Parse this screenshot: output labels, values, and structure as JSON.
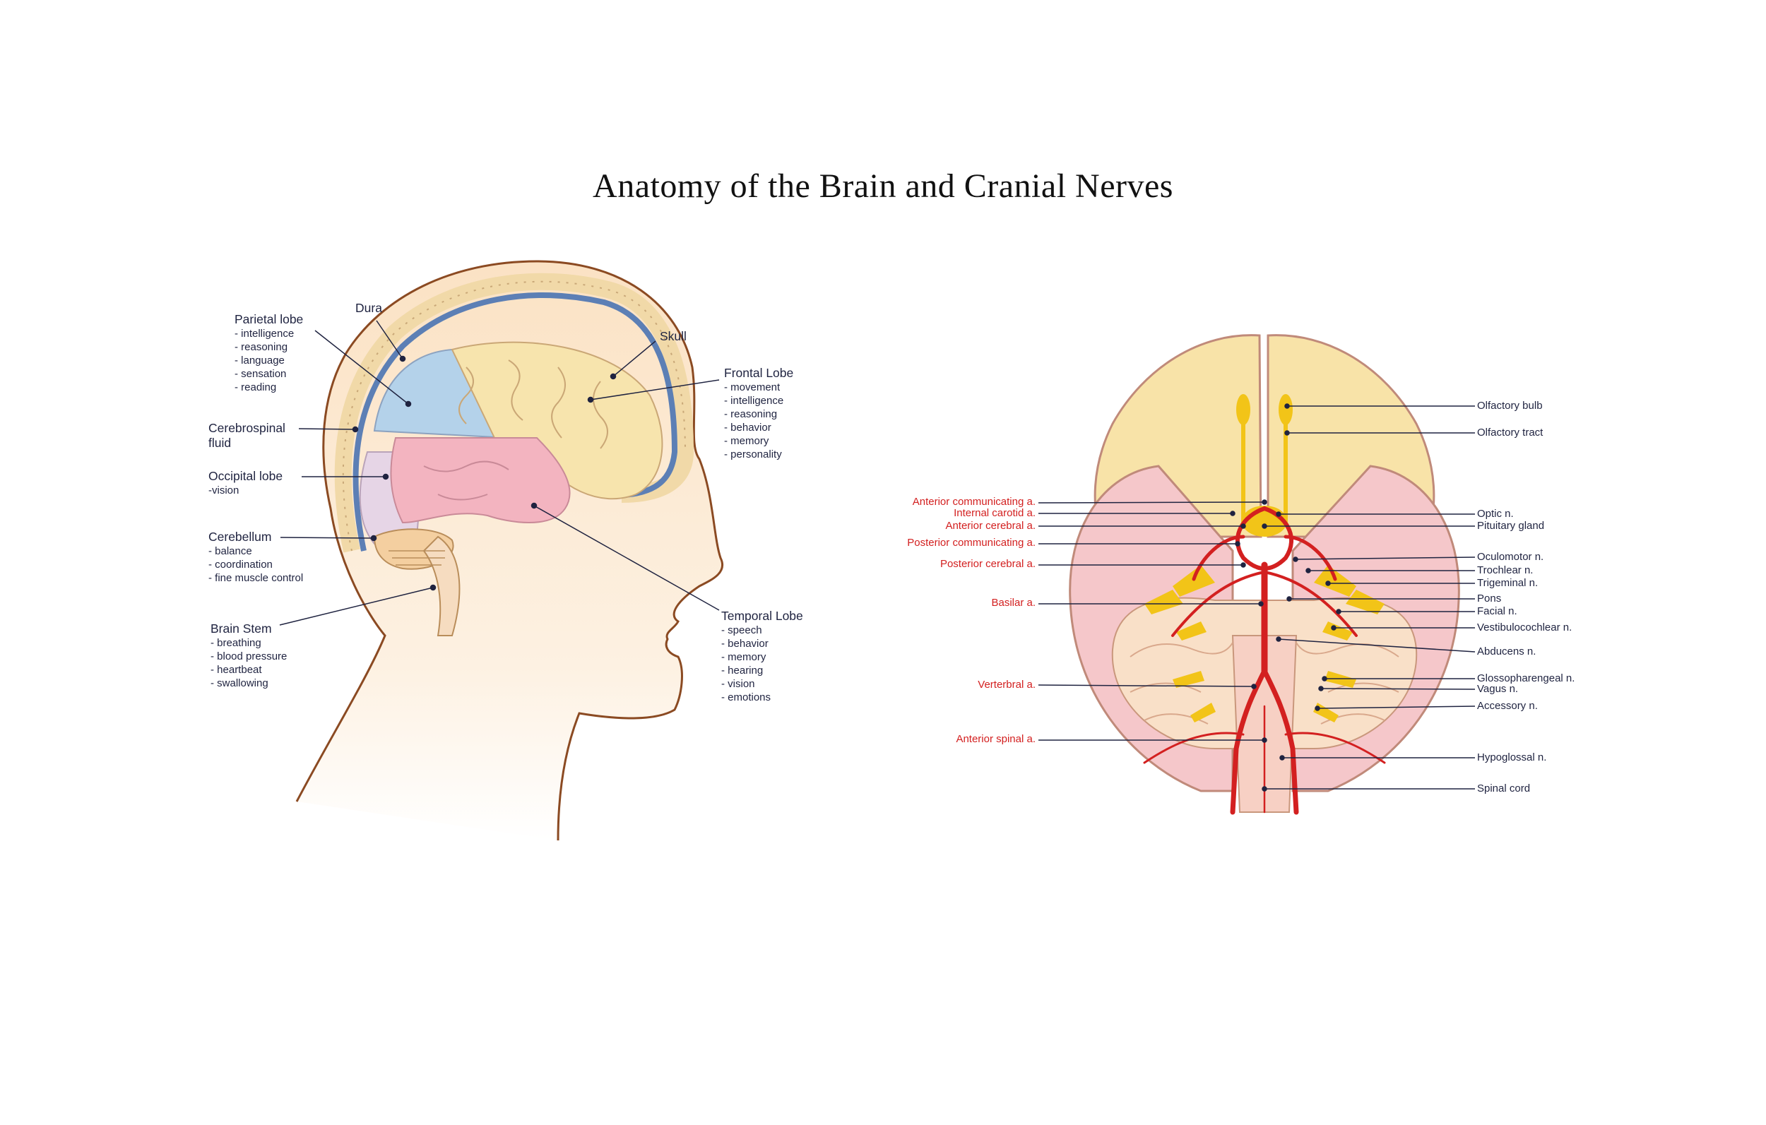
{
  "title": "Anatomy of the Brain and Cranial Nerves",
  "head": {
    "parietal": {
      "label": "Parietal lobe",
      "items": [
        "- intelligence",
        "- reasoning",
        "- language",
        "- sensation",
        "- reading"
      ]
    },
    "dura": {
      "label": "Dura"
    },
    "skull": {
      "label": "Skull"
    },
    "frontal": {
      "label": "Frontal Lobe",
      "items": [
        "- movement",
        "- intelligence",
        "- reasoning",
        "- behavior",
        "- memory",
        "- personality"
      ]
    },
    "csf": {
      "label1": "Cerebrospinal",
      "label2": "fluid"
    },
    "occipital": {
      "label": "Occipital lobe",
      "items": [
        "-vision"
      ]
    },
    "cerebellum": {
      "label": "Cerebellum",
      "items": [
        "- balance",
        "- coordination",
        "- fine muscle control"
      ]
    },
    "brainstem": {
      "label": "Brain Stem",
      "items": [
        "- breathing",
        "- blood pressure",
        "- heartbeat",
        "- swallowing"
      ]
    },
    "temporal": {
      "label": "Temporal Lobe",
      "items": [
        "- speech",
        "- behavior",
        "- memory",
        "- hearing",
        "- vision",
        "- emotions"
      ]
    }
  },
  "base": {
    "arteries": [
      "Anterior communicating a.",
      "Internal carotid a.",
      "Anterior cerebral a.",
      "Posterior communicating a.",
      "Posterior cerebral a.",
      "Basilar a.",
      "Verterbral a.",
      "Anterior spinal a."
    ],
    "nerves": [
      "Olfactory bulb",
      "Olfactory tract",
      "Optic n.",
      "Pituitary gland",
      "Oculomotor n.",
      "Trochlear n.",
      "Trigeminal n.",
      "Pons",
      "Facial n.",
      "Vestibulocochlear n.",
      "Abducens n.",
      "Glossopharengeal n.",
      "Vagus n.",
      "Accessory n.",
      "Hypoglossal n.",
      "Spinal cord"
    ]
  },
  "colors": {
    "artery": "#d32020",
    "nerve": "#f2c418",
    "text": "#1f2340",
    "skin": "#fbe6cc",
    "outline": "#8b4a22"
  }
}
